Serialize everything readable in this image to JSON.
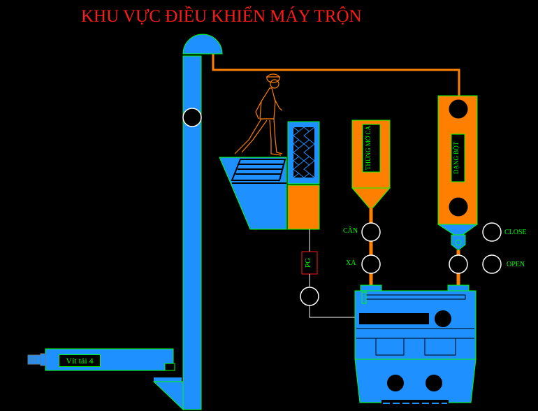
{
  "title": "KHU VỰC ĐIỀU KHIỂN MÁY TRỘN",
  "labels": {
    "can": "CÂN",
    "xa": "XẢ",
    "close": "CLOSE",
    "open": "OPEN",
    "pg": "PG",
    "vit_tai": "Vít tải 4",
    "thung_mo_ca": "THÙNG MỠ CÁ",
    "dang_bot": "DẠNG BỘT"
  },
  "colors": {
    "background": "#000000",
    "equipment_blue": "#1e90ff",
    "equipment_orange": "#ff8000",
    "outline_green": "#00ff00",
    "title_red": "#ff1a1a",
    "pipe": "#ff8000"
  }
}
